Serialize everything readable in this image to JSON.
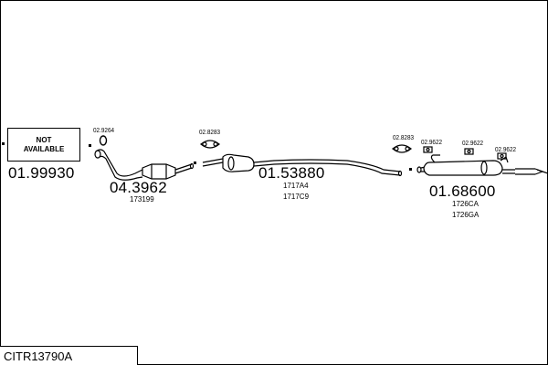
{
  "diagram": {
    "not_available_line1": "NOT",
    "not_available_line2": "AVAILABLE",
    "code": "CITR13790A",
    "parts": [
      {
        "number": "01.99930"
      },
      {
        "number": "04.3962",
        "sub": [
          "173199"
        ]
      },
      {
        "number": "01.53880",
        "sub": [
          "1717A4",
          "1717C9"
        ]
      },
      {
        "number": "01.68600",
        "sub": [
          "1726CA",
          "1726GA"
        ]
      }
    ],
    "fittings": [
      {
        "label": "02.9264",
        "icon": "gasket-ring-icon"
      },
      {
        "label": "02.8283",
        "icon": "clamp-icon"
      },
      {
        "label": "02.8283",
        "icon": "clamp-icon"
      },
      {
        "label": "02.9622",
        "icon": "rubber-mount-icon"
      },
      {
        "label": "02.9622",
        "icon": "rubber-mount-icon"
      },
      {
        "label": "02.9622",
        "icon": "rubber-mount-icon"
      }
    ],
    "colors": {
      "line": "#000000",
      "background": "#ffffff"
    }
  }
}
